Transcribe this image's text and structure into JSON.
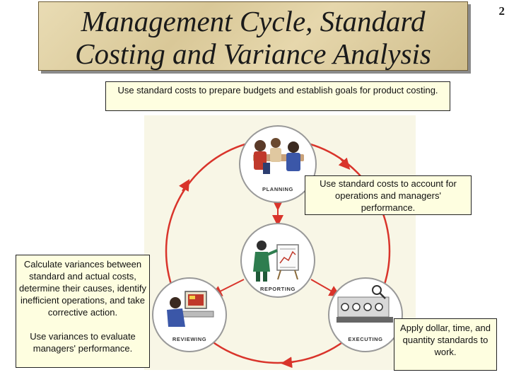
{
  "title": {
    "line1": "Management Cycle, Standard",
    "line2": "Costing and Variance Analysis"
  },
  "page_number": "2",
  "notes": {
    "budgets": "Use standard costs to prepare budgets and establish goals for product costing.",
    "account": "Use standard costs to account for operations and managers' performance.",
    "variances": "Calculate variances between standard and actual costs, determine their causes, identify inefficient operations, and take corrective action.",
    "evaluate": "Use variances to evaluate managers' performance.",
    "apply": "Apply dollar, time, and quantity standards to work."
  },
  "stages": {
    "planning": "PLANNING",
    "reporting": "REPORTING",
    "reviewing": "REVIEWING",
    "executing": "EXECUTING"
  },
  "colors": {
    "cycle_line": "#d9342b",
    "note_fill": "#fefee0",
    "title_fill": "#dccb9a"
  }
}
